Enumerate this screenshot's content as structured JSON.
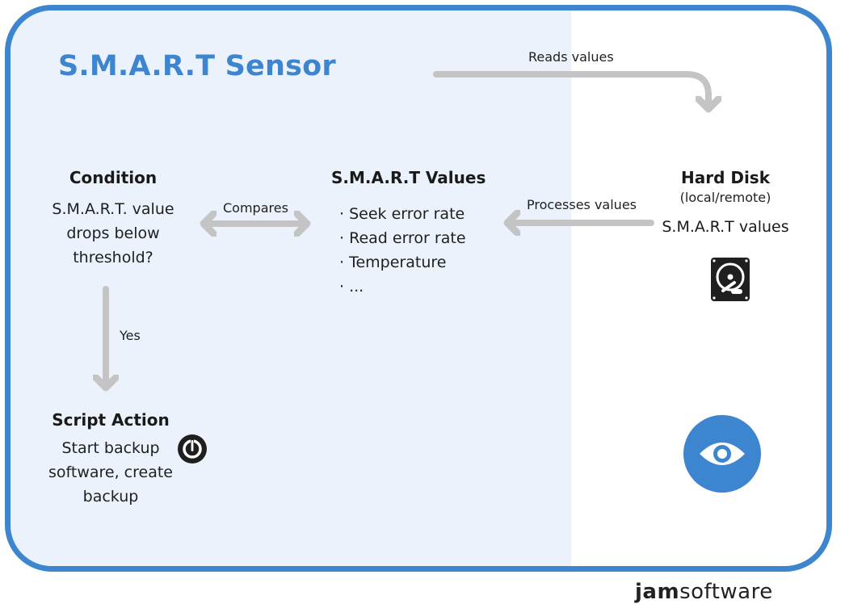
{
  "title": "S.M.A.R.T Sensor",
  "condition": {
    "heading": "Condition",
    "lines": [
      "S.M.A.R.T. value",
      "drops below",
      "threshold?"
    ]
  },
  "values": {
    "heading": "S.M.A.R.T Values",
    "items": [
      "Seek error rate",
      "Read error rate",
      "Temperature",
      "..."
    ]
  },
  "disk": {
    "heading": "Hard Disk",
    "subheading": "(local/remote)",
    "label": "S.M.A.R.T values"
  },
  "action": {
    "heading": "Script Action",
    "lines": [
      "Start backup",
      "software, create",
      "backup"
    ]
  },
  "edges": {
    "reads": "Reads values",
    "processes": "Processes values",
    "compares": "Compares",
    "yes": "Yes"
  },
  "icons": {
    "disk": "hard-disk-icon",
    "power": "power-icon",
    "eye": "eye-icon"
  },
  "logo": {
    "jam": "jam",
    "soft": "software"
  },
  "colors": {
    "accent": "#3d85cf",
    "panel": "#ebf2fb",
    "arrow": "#c4c4c4",
    "text": "#1a1a1a"
  }
}
